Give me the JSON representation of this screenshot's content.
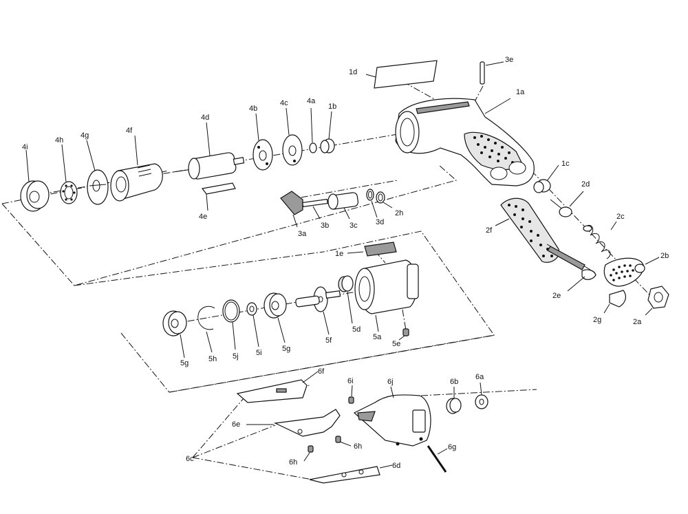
{
  "labels": {
    "1a": "1a",
    "1b": "1b",
    "1c": "1c",
    "1d": "1d",
    "1e": "1e",
    "2a": "2a",
    "2b": "2b",
    "2c": "2c",
    "2d": "2d",
    "2e": "2e",
    "2f": "2f",
    "2g": "2g",
    "2h": "2h",
    "3a": "3a",
    "3b": "3b",
    "3c": "3c",
    "3d": "3d",
    "3e": "3e",
    "4a": "4a",
    "4b": "4b",
    "4c": "4c",
    "4d": "4d",
    "4e": "4e",
    "4f": "4f",
    "4g": "4g",
    "4h": "4h",
    "4i": "4i",
    "5a": "5a",
    "5d": "5d",
    "5e": "5e",
    "5f": "5f",
    "5g_left": "5g",
    "5g_right": "5g",
    "5h": "5h",
    "5i": "5i",
    "5j": "5j",
    "6a": "6a",
    "6b": "6b",
    "6c": "6c",
    "6d": "6d",
    "6e": "6e",
    "6f": "6f",
    "6g": "6g",
    "6h_left": "6h",
    "6h_right": "6h",
    "6i": "6i",
    "6j": "6j"
  }
}
